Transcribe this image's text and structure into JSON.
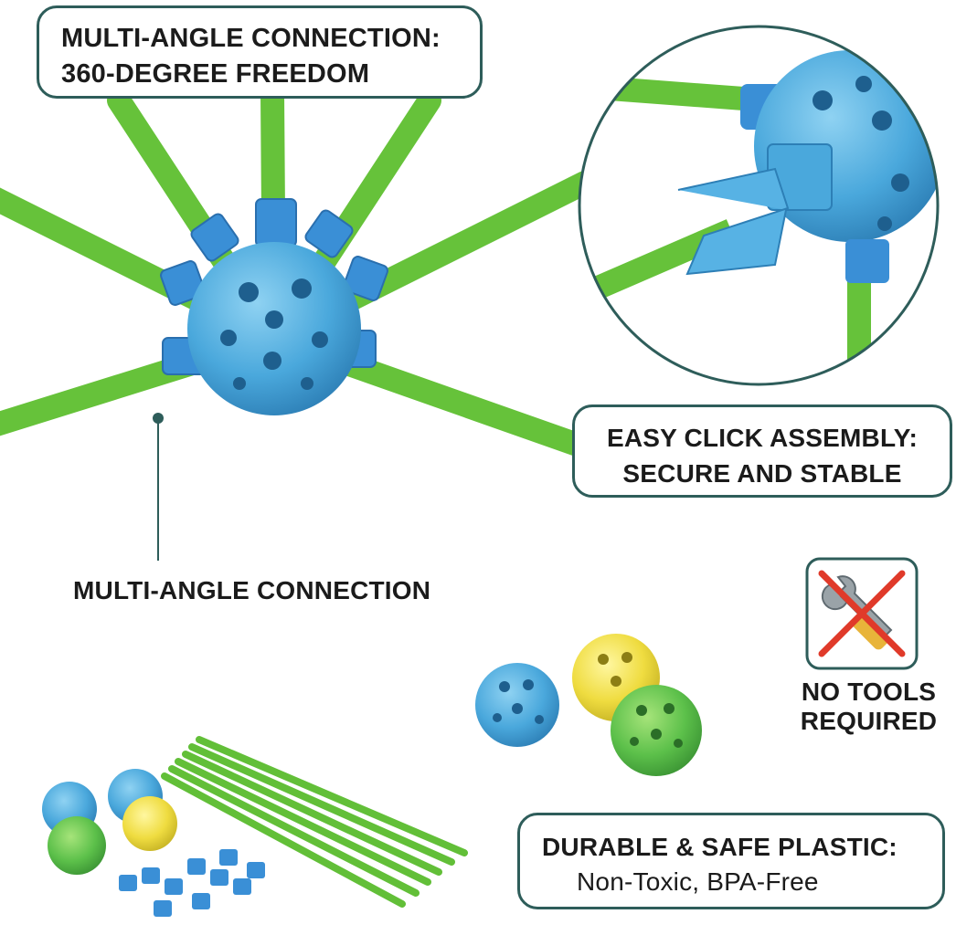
{
  "callouts": {
    "multi_angle_freedom": {
      "line1": "MULTI-ANGLE CONNECTION:",
      "line2": "360-DEGREE FREEDOM"
    },
    "easy_click": {
      "line1": "EASY CLICK ASSEMBLY:",
      "line2": "SECURE AND STABLE"
    },
    "durable": {
      "line1": "DURABLE & SAFE PLASTIC:",
      "line2": "Non-Toxic, BPA-Free"
    }
  },
  "labels": {
    "multi_angle": "MULTI-ANGLE CONNECTION",
    "no_tools_line1": "NO TOOLS",
    "no_tools_line2": "REQUIRED"
  },
  "colors": {
    "rod_green": "#6cc63c",
    "hub_blue": "#4aa8dc",
    "connector_blue": "#3a8fd6",
    "ball_yellow": "#f2e24c",
    "ball_green": "#5cc04a",
    "callout_border": "#2e5d5a",
    "no_tools_red": "#e03a2a"
  },
  "icons": {
    "no_tools": "wrench-screwdriver-crossed-icon"
  }
}
